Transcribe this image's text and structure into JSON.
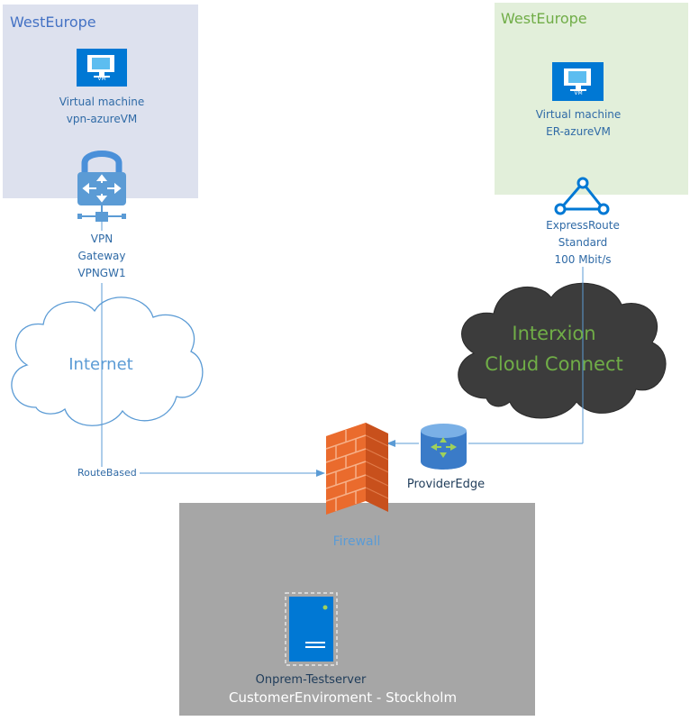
{
  "regions": {
    "left": {
      "title": "WestEurope",
      "fill": "#dde1ee",
      "title_color": "#4472c4"
    },
    "right": {
      "title": "WestEurope",
      "fill": "#e2efda",
      "title_color": "#70ad47"
    },
    "customer": {
      "title": "CustomerEnviroment - Stockholm",
      "fill": "#a6a6a6",
      "title_color": "#ffffff"
    }
  },
  "nodes": {
    "vpn_vm": {
      "line1": "Virtual machine",
      "line2": "vpn-azureVM",
      "badge": "VM",
      "icon": "virtual-machine-icon"
    },
    "er_vm": {
      "line1": "Virtual machine",
      "line2": "ER-azureVM",
      "badge": "VM",
      "icon": "virtual-machine-icon"
    },
    "vpn_gateway": {
      "line1": "VPN",
      "line2": "Gateway",
      "line3": "VPNGW1",
      "icon": "vpn-gateway-icon"
    },
    "expressroute": {
      "line1": "ExpressRoute",
      "line2": "Standard",
      "line3": "100 Mbit/s",
      "icon": "expressroute-icon"
    },
    "internet": {
      "label": "Internet",
      "icon": "cloud-icon"
    },
    "interxion": {
      "line1": "Interxion",
      "line2": "Cloud Connect",
      "icon": "cloud-icon"
    },
    "firewall": {
      "label": "Firewall",
      "icon": "firewall-icon"
    },
    "provider_edge": {
      "label": "ProviderEdge",
      "icon": "router-database-icon"
    },
    "server": {
      "label": "Onprem-Testserver",
      "icon": "server-icon"
    }
  },
  "connections": {
    "vpn_link_label": "RouteBased"
  },
  "colors": {
    "azure_blue": "#0078d4",
    "link_blue": "#5b9bd5",
    "text_blue": "#2f6aa6",
    "interxion_fill": "#3c3c3c",
    "interxion_text": "#70ad47",
    "firewall_orange": "#ea6b2d"
  }
}
